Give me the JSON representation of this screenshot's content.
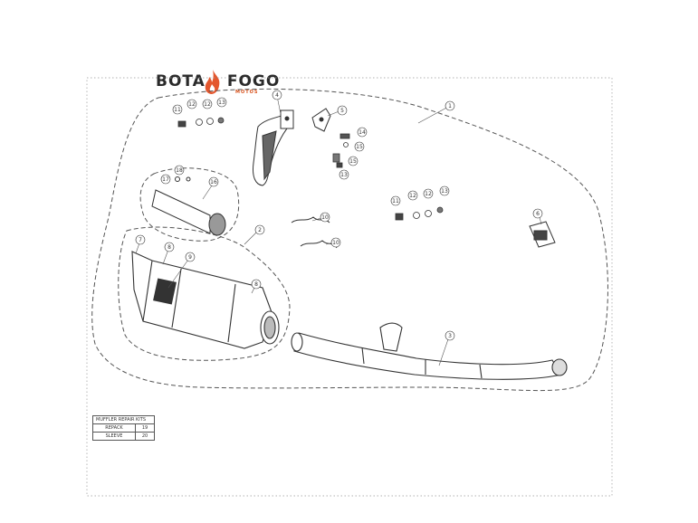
{
  "logo": {
    "brand_left": "BOTA",
    "brand_right": "FOGO",
    "subtitle": "MOTOS"
  },
  "callouts": [
    "1",
    "2",
    "3",
    "4",
    "5",
    "6",
    "7",
    "8",
    "8",
    "9",
    "10",
    "10",
    "11",
    "12",
    "12",
    "13",
    "11",
    "12",
    "12",
    "13",
    "14",
    "15",
    "15",
    "13",
    "16",
    "17",
    "18"
  ],
  "kits_table": {
    "title": "MUFFLER REPAIR KITS",
    "rows": [
      {
        "name": "REPACK",
        "code": "19"
      },
      {
        "name": "SLEEVE",
        "code": "20"
      }
    ]
  },
  "colors": {
    "line": "#333333",
    "dash": "#555555",
    "flame": "#e4572e",
    "subtitle": "#d9541e"
  }
}
